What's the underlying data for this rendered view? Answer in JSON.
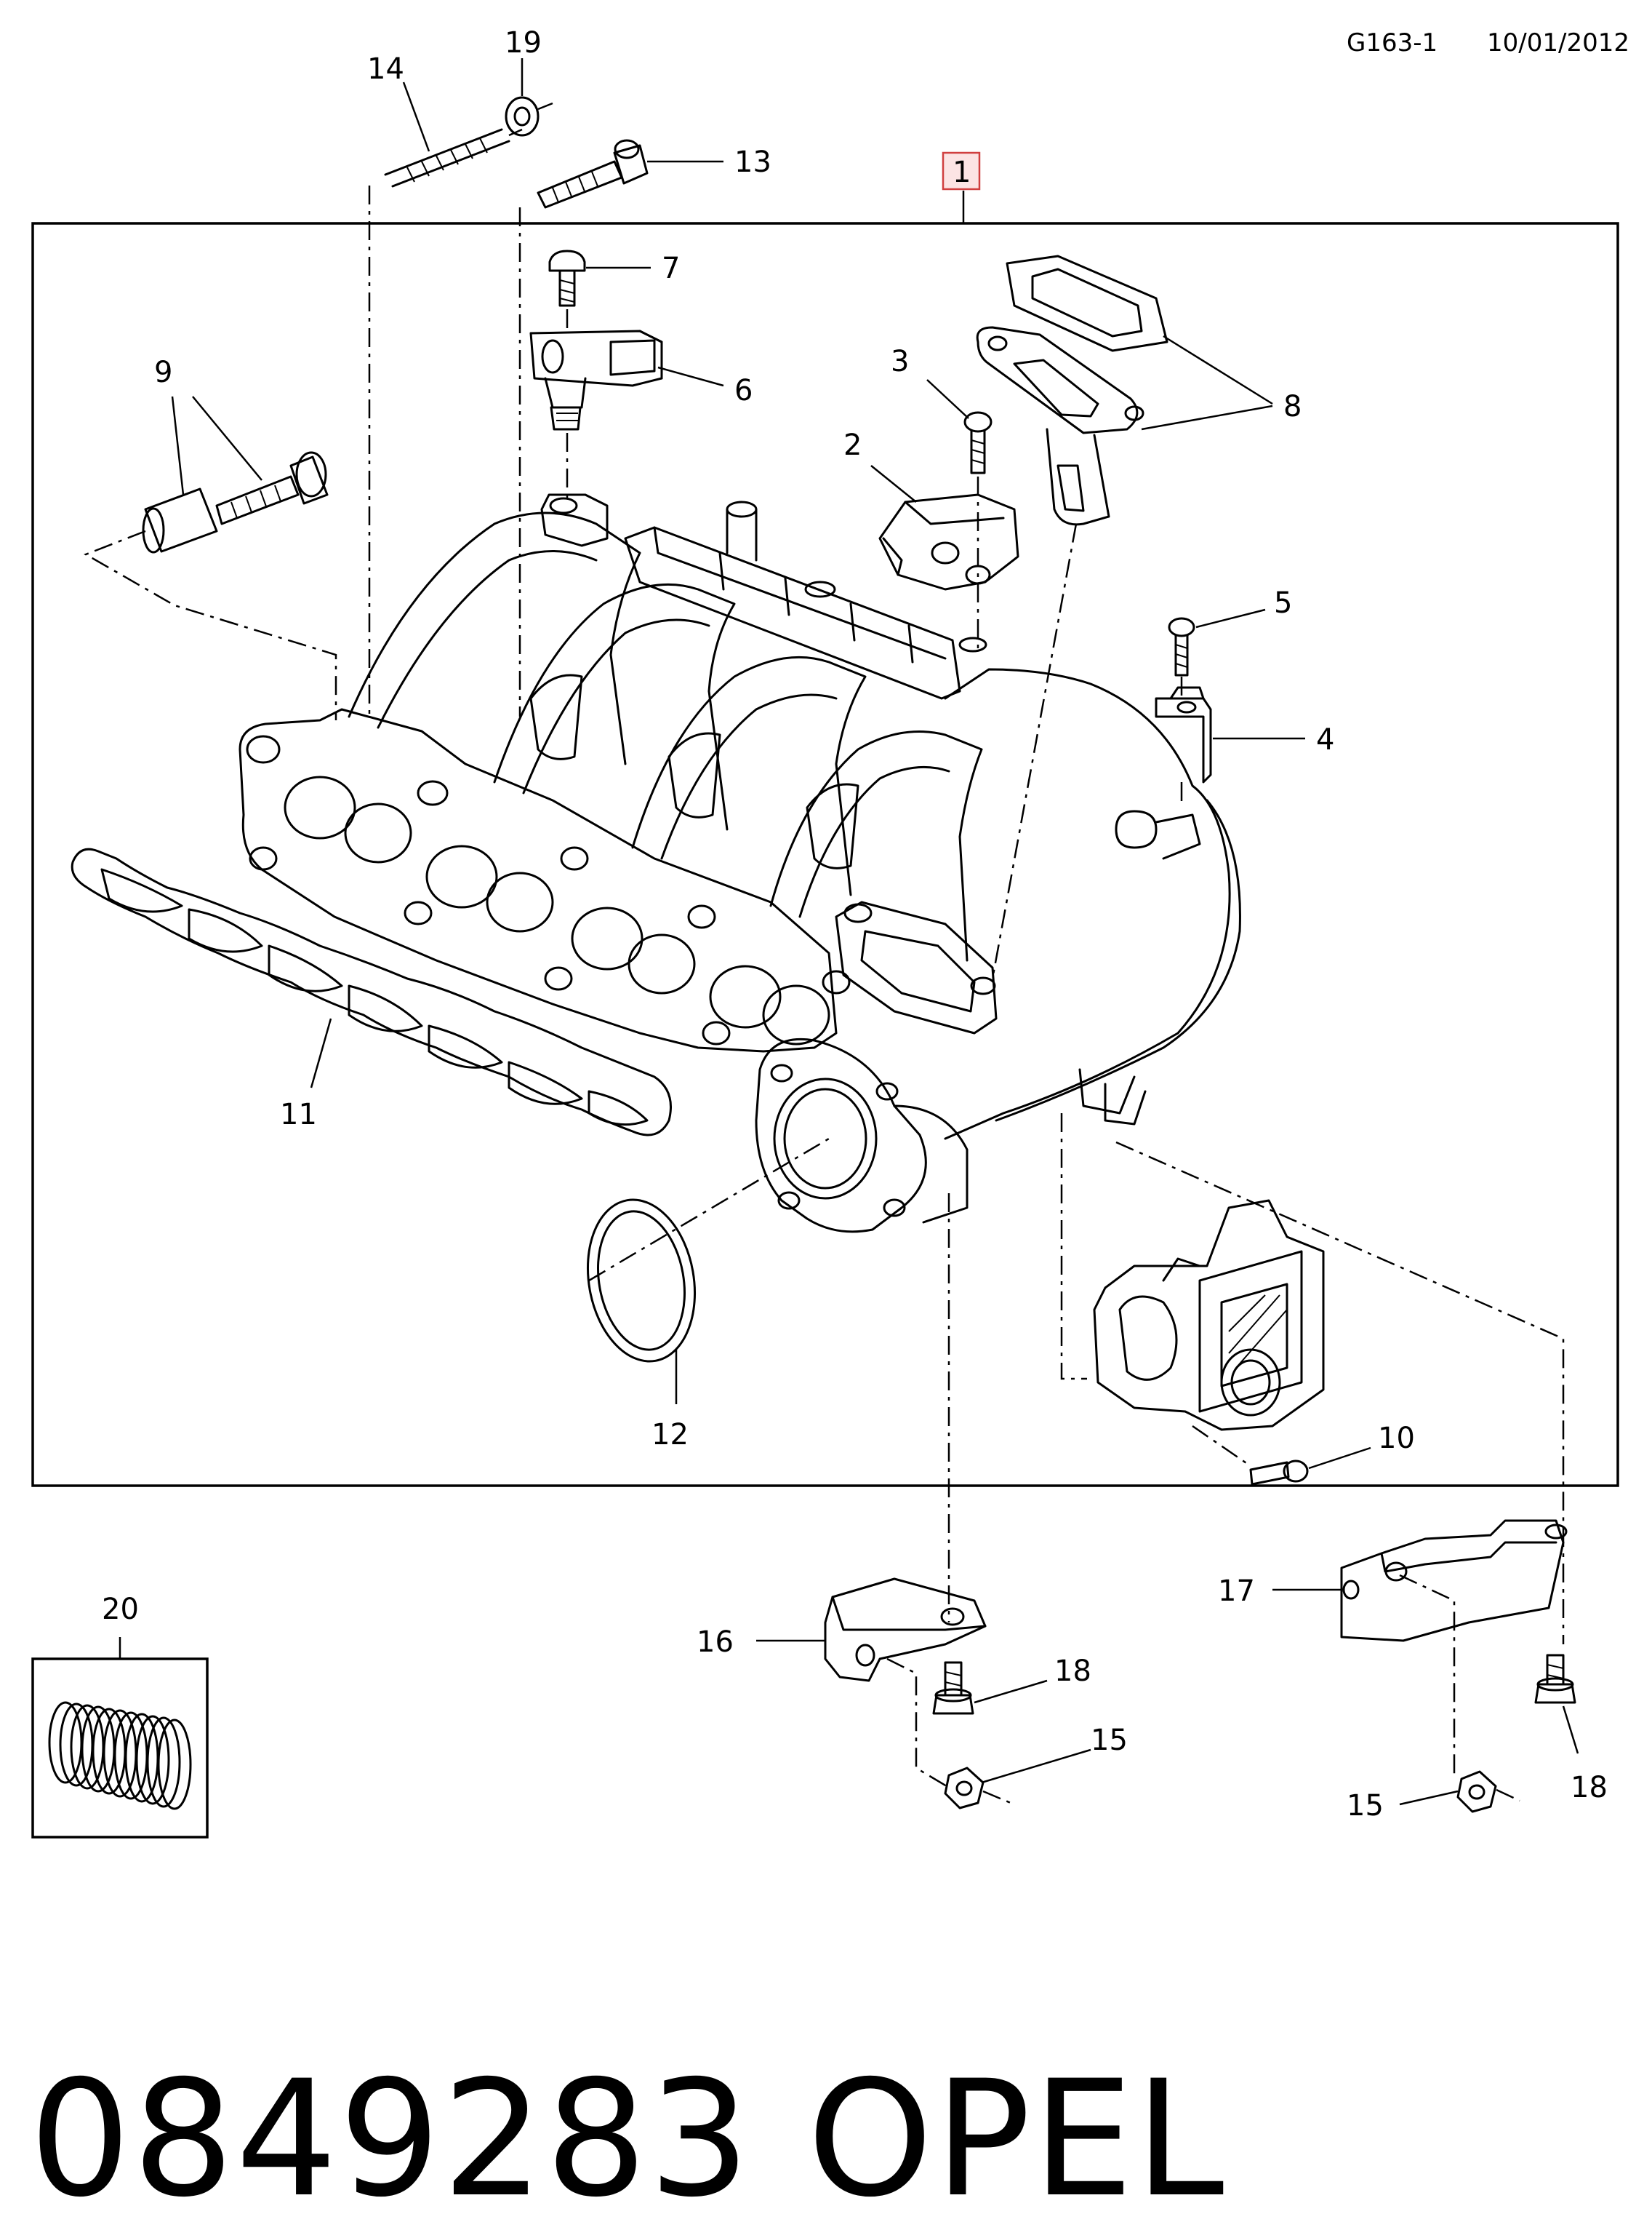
{
  "header": {
    "diagram_code": "G163-1",
    "date": "10/01/2012"
  },
  "callouts": {
    "c1": "1",
    "c2": "2",
    "c3": "3",
    "c4": "4",
    "c5": "5",
    "c6": "6",
    "c7": "7",
    "c8": "8",
    "c9": "9",
    "c10": "10",
    "c11": "11",
    "c12": "12",
    "c13": "13",
    "c14": "14",
    "c15a": "15",
    "c15b": "15",
    "c16": "16",
    "c17": "17",
    "c18a": "18",
    "c18b": "18",
    "c19": "19",
    "c20": "20"
  },
  "footer": {
    "part_number": "0849283",
    "brand": "OPEL"
  },
  "colors": {
    "line": "#000000",
    "callout_box_fill": "#fce4e4",
    "callout_box_stroke": "#d04040"
  }
}
